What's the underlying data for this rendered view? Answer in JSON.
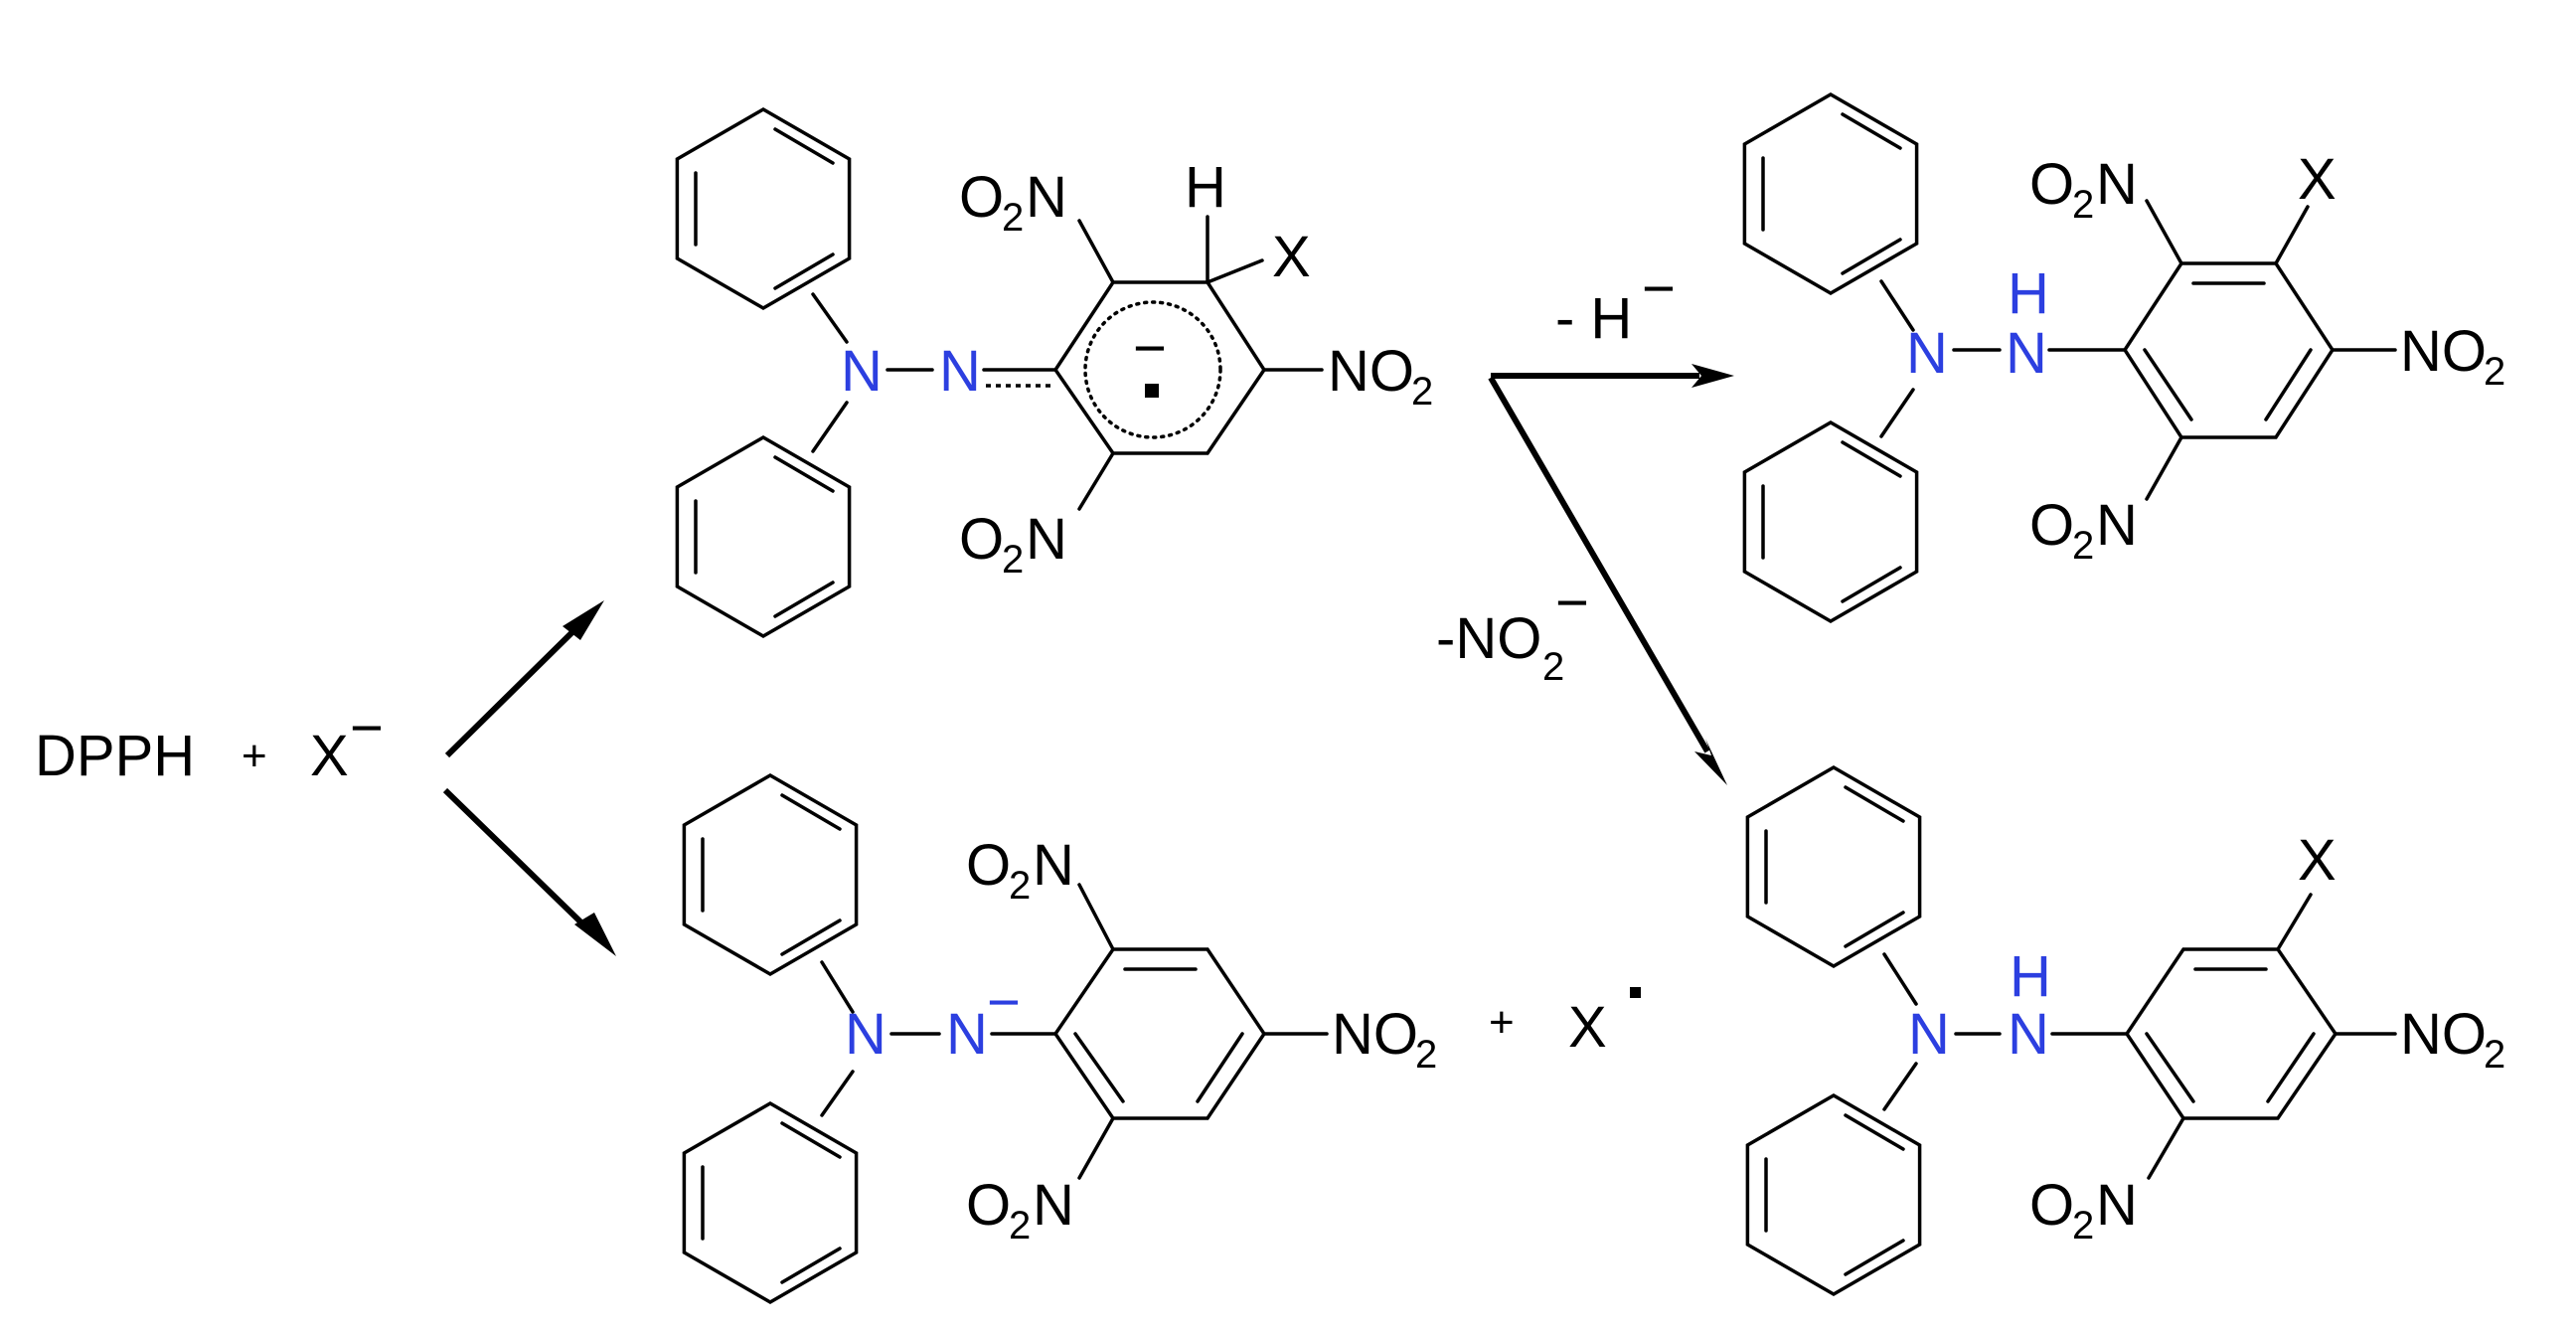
{
  "reactants": {
    "dpph": "DPPH",
    "plus": "+",
    "x": "X",
    "x_charge": "−"
  },
  "groups": {
    "n": "N",
    "o2n_o": "O",
    "o2n_sub": "2",
    "o2n_n": "N",
    "no2_no": "NO",
    "no2_sub": "2",
    "x": "X",
    "h": "H",
    "nh": "H"
  },
  "intermediate": {
    "ring_charge": "−",
    "n_charge": "−"
  },
  "arrows": {
    "minus_h": "- H",
    "minus_h_charge": "−",
    "minus_no2": "-NO",
    "minus_no2_sub": "2",
    "minus_no2_charge": "−"
  },
  "products": {
    "plus": "+",
    "x_radical": "X",
    "radical_dot": "·"
  },
  "colors": {
    "nitrogen": "#2c3fe0",
    "bond": "#000000"
  }
}
